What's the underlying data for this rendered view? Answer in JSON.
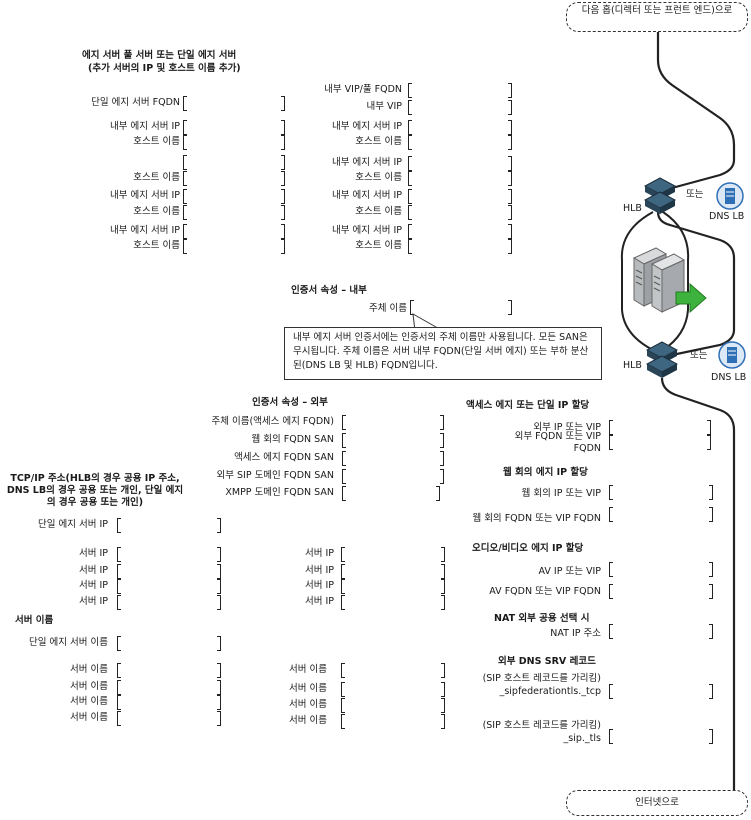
{
  "top_cloud": "다음 홉(디렉터 또는 프런트 엔드)으로",
  "bottom_cloud": "인터넷으로",
  "edge_pool_title": "에지 서버 풀 서버 또는 단일 에지 서버",
  "edge_pool_subtitle": "(추가 서버의 IP 및 호스트 이름 추가)",
  "single_edge_fqdn": "단일 에지 서버 FQDN",
  "internal_vip_fqdn": "내부 VIP/풀 FQDN",
  "internal_vip": "내부 VIP",
  "internal_edge_ip": "내부 에지 서버 IP",
  "host_name": "호스트 이름",
  "cert_internal_title": "인증서 속성 – 내부",
  "subject_name": "주체 이름",
  "cert_note": "내부 에지 서버 인증서에는 인증서의 주체 이름만 사용됩니다. 모든 SAN은 무시됩니다. 주체 이름은 서버 내부 FQDN(단일 서버 에지) 또는 부하 분산된(DNS LB 및 HLB) FQDN입니다.",
  "cert_external_title": "인증서 속성 – 외부",
  "cert_ext_fields": [
    "주체 이름(액세스 에지 FQDN)",
    "웹 회의 FQDN SAN",
    "액세스 에지 FQDN SAN",
    "외부 SIP 도메인 FQDN SAN",
    "XMPP 도메인 FQDN SAN"
  ],
  "tcpip_title": "TCP/IP 주소(HLB의 경우 공용 IP 주소, DNS LB의 경우 공용 또는 개인, 단일 에지의 경우 공용 또는 개인)",
  "single_edge_ip": "단일 에지 서버 IP",
  "server_ip": "서버 IP",
  "server_names_title": "서버 이름",
  "single_edge_name": "단일 에지 서버 이름",
  "server_name": "서버 이름",
  "access_edge_title": "액세스 에지 또는 단일 IP 할당",
  "ext_ip_or_vip": "외부 IP 또는 VIP",
  "ext_fqdn_or_vip_fqdn": "외부 FQDN 또는 VIP FQDN",
  "webconf_title": "웹 회의 에지 IP 할당",
  "webconf_ip": "웹 회의 IP 또는 VIP",
  "webconf_fqdn": "웹 회의 FQDN 또는 VIP FQDN",
  "av_title": "오디오/비디오 에지 IP 할당",
  "av_ip": "AV IP 또는 VIP",
  "av_fqdn": "AV FQDN 또는 VIP FQDN",
  "nat_title": "NAT 외부 공용 선택 시",
  "nat_ip": "NAT IP 주소",
  "dns_srv_title": "외부 DNS SRV 레코드",
  "srv1_desc": "(SIP 호스트 레코드를 가리킴)",
  "srv1_name": "_sipfederationtls._tcp",
  "srv2_desc": "(SIP 호스트 레코드를 가리킴) _sip._tls",
  "hlb": "HLB",
  "or": "또는",
  "dns_lb": "DNS LB",
  "colors": {
    "line": "#222222",
    "hlb": "#2f4a5f",
    "server": "#a9adb1",
    "arrow": "#3db33d",
    "dnslb": "#2f6fb6"
  }
}
